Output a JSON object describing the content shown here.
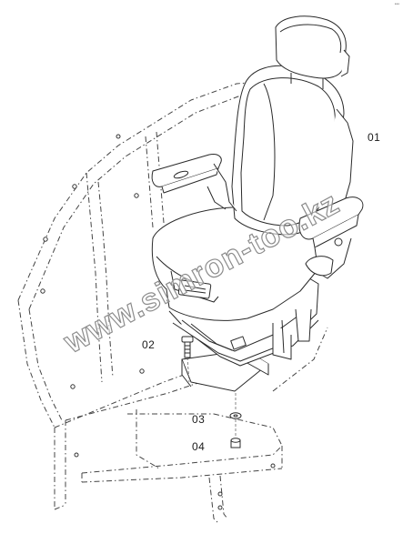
{
  "diagram": {
    "callouts": {
      "seat": "01",
      "bolt": "02",
      "washer": "03",
      "nut": "04"
    },
    "corner_mark": "•••",
    "watermark": "www.simron-too.kz",
    "colors": {
      "line": "#2a2a2a",
      "frame_line": "#444444",
      "background": "#ffffff",
      "watermark_outline": "#8c8c8c"
    }
  }
}
